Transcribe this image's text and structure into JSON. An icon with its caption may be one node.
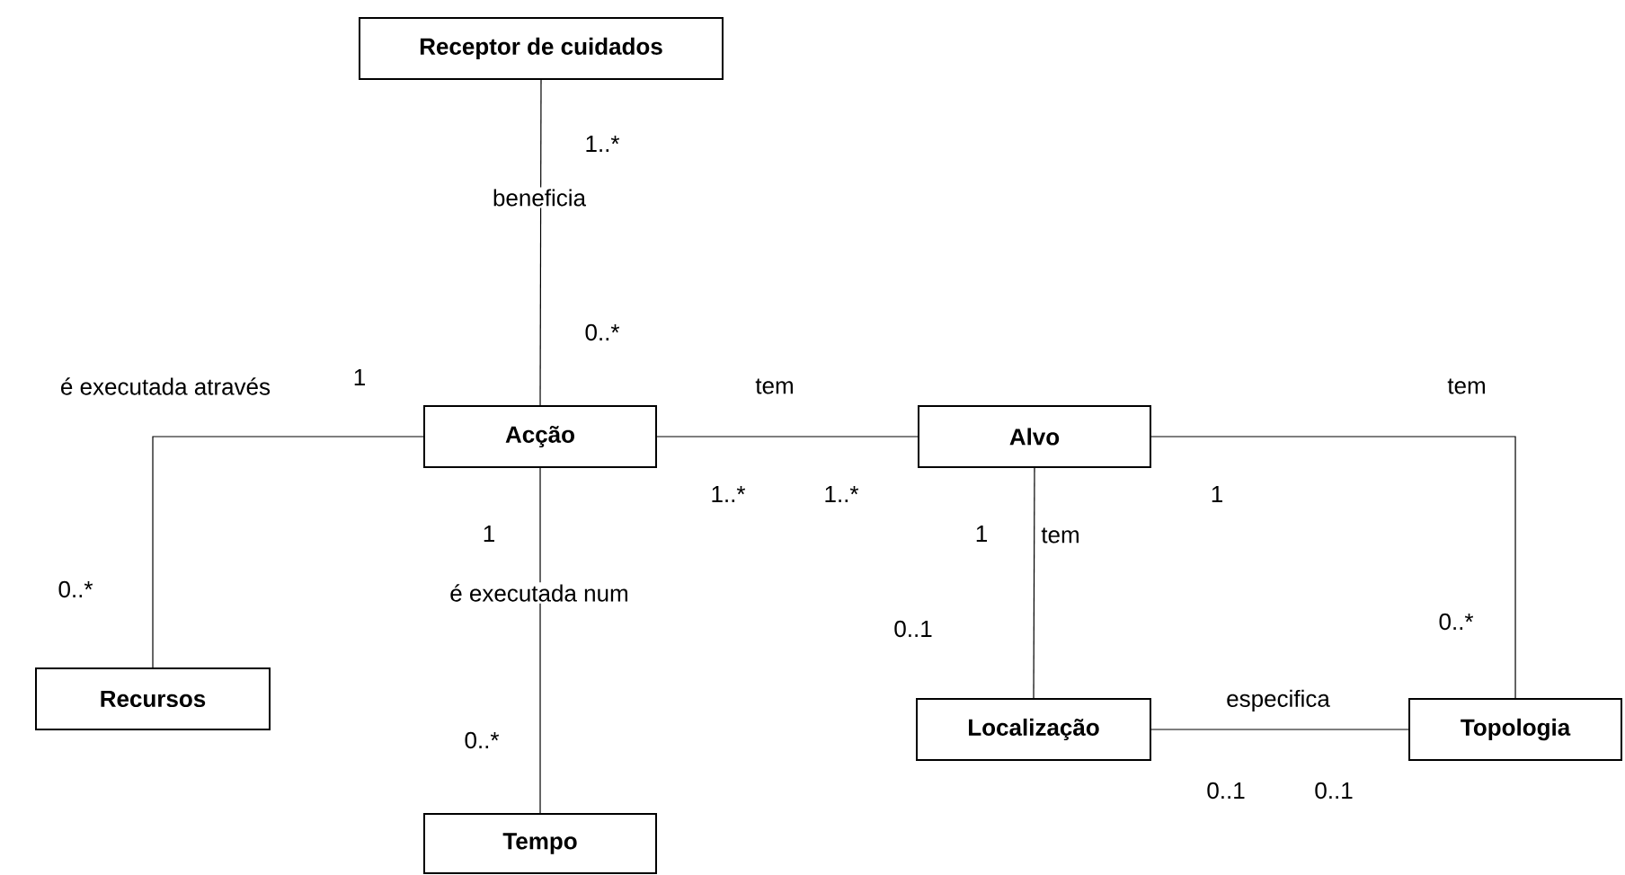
{
  "diagram": {
    "nodes": [
      {
        "text": [
          "Receptor de cuidados"
        ]
      },
      {
        "text": [
          "Acção"
        ]
      },
      {
        "text": [
          "Alvo"
        ]
      },
      {
        "text": [
          "Recursos"
        ]
      },
      {
        "text": [
          "Localização"
        ]
      },
      {
        "text": [
          "Topologia"
        ]
      },
      {
        "text": [
          "Tempo"
        ]
      }
    ],
    "edges": [
      {
        "from": 0,
        "to": 1,
        "arrow": "none",
        "label": "beneficia"
      },
      {
        "from": 1,
        "to": 3,
        "arrow": "none",
        "label": "é executada através"
      },
      {
        "from": 1,
        "to": 2,
        "arrow": "none",
        "label": "tem"
      },
      {
        "from": 1,
        "to": 6,
        "arrow": "none",
        "label": "é executada num"
      },
      {
        "from": 2,
        "to": 4,
        "arrow": "none",
        "label": "tem"
      },
      {
        "from": 2,
        "to": 5,
        "arrow": "none",
        "label": "tem"
      },
      {
        "from": 4,
        "to": 5,
        "arrow": "none",
        "label": "especifica"
      }
    ],
    "labels": [
      "1..*",
      "0..*",
      "1",
      "1..*",
      "1..*",
      "1",
      "1",
      "1",
      "0..*",
      "0..*",
      "0..1",
      "0..*",
      "0..1",
      "0..1"
    ]
  }
}
